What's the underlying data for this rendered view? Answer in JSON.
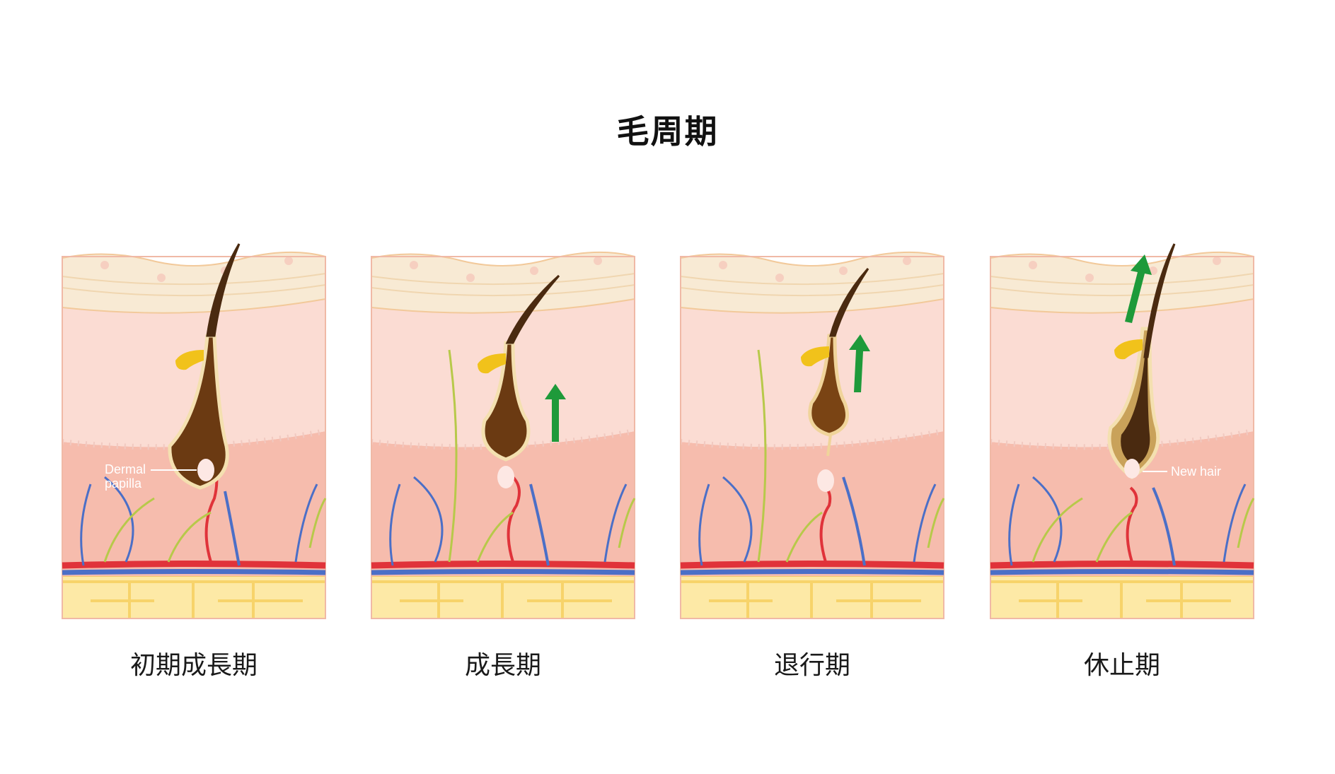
{
  "title": "毛周期",
  "colors": {
    "epidermis": "#f8ead4",
    "dermis_upper": "#fbdcd3",
    "dermis_lower": "#f6bcad",
    "fat": "#fde9a6",
    "hair": "#4a2a10",
    "bulb": "#6b3a12",
    "sebaceous": "#f1c21b",
    "artery": "#e0333a",
    "vein": "#4b6fc7",
    "nerve": "#b7c94a",
    "arrow": "#1e9a3a"
  },
  "stages": [
    {
      "label": "初期成長期",
      "annotation_lines": [
        "Dermal",
        "papilla"
      ]
    },
    {
      "label": "成長期"
    },
    {
      "label": "退行期"
    },
    {
      "label": "休止期",
      "annotation_lines": [
        "New hair"
      ]
    }
  ]
}
